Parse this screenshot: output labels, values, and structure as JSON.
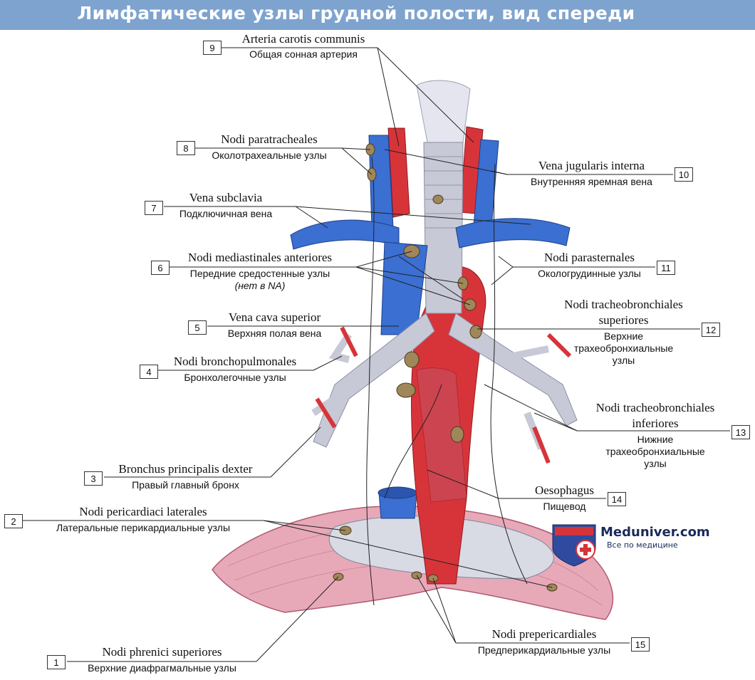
{
  "title": "Лимфатические узлы грудной полости, вид спереди",
  "brand": {
    "name": "Meduniver.com",
    "tagline": "Все по медицине"
  },
  "colors": {
    "banner": "#7ea3cf",
    "artery": "#d7343a",
    "vein": "#3b6fd1",
    "trachea": "#c7c9d6",
    "diaphragm": "#d98fa2",
    "node": "#a0875a"
  },
  "labels": [
    {
      "num": "1",
      "latin": "Nodi phrenici superiores",
      "russian": "Верхние диафрагмальные узлы"
    },
    {
      "num": "2",
      "latin": "Nodi pericardiaci laterales",
      "russian": "Латеральные перикардиальные узлы"
    },
    {
      "num": "3",
      "latin": "Bronchus principalis dexter",
      "russian": "Правый главный бронх"
    },
    {
      "num": "4",
      "latin": "Nodi bronchopulmonales",
      "russian": "Бронхолегочные узлы"
    },
    {
      "num": "5",
      "latin": "Vena cava superior",
      "russian": "Верхняя полая вена"
    },
    {
      "num": "6",
      "latin": "Nodi mediastinales anteriores",
      "russian": "Передние средостенные узлы",
      "note": "(нет в NA)"
    },
    {
      "num": "7",
      "latin": "Vena subclavia",
      "russian": "Подключичная вена"
    },
    {
      "num": "8",
      "latin": "Nodi paratracheales",
      "russian": "Околотрахеальные узлы"
    },
    {
      "num": "9",
      "latin": "Arteria carotis communis",
      "russian": "Общая сонная артерия"
    },
    {
      "num": "10",
      "latin": "Vena jugularis interna",
      "russian": "Внутренняя яремная вена"
    },
    {
      "num": "11",
      "latin": "Nodi parasternales",
      "russian": "Окологрудинные узлы"
    },
    {
      "num": "12",
      "latin_1": "Nodi tracheobronchiales",
      "latin_2": "superiores",
      "russian_1": "Верхние",
      "russian_2": "трахеобронхиальные",
      "russian_3": "узлы"
    },
    {
      "num": "13",
      "latin_1": "Nodi tracheobronchiales",
      "latin_2": "inferiores",
      "russian_1": "Нижние",
      "russian_2": "трахеобронхиальные",
      "russian_3": "узлы"
    },
    {
      "num": "14",
      "latin": "Oesophagus",
      "russian": "Пищевод"
    },
    {
      "num": "15",
      "latin": "Nodi prepericardiales",
      "russian": "Предперикардиальные узлы"
    }
  ]
}
